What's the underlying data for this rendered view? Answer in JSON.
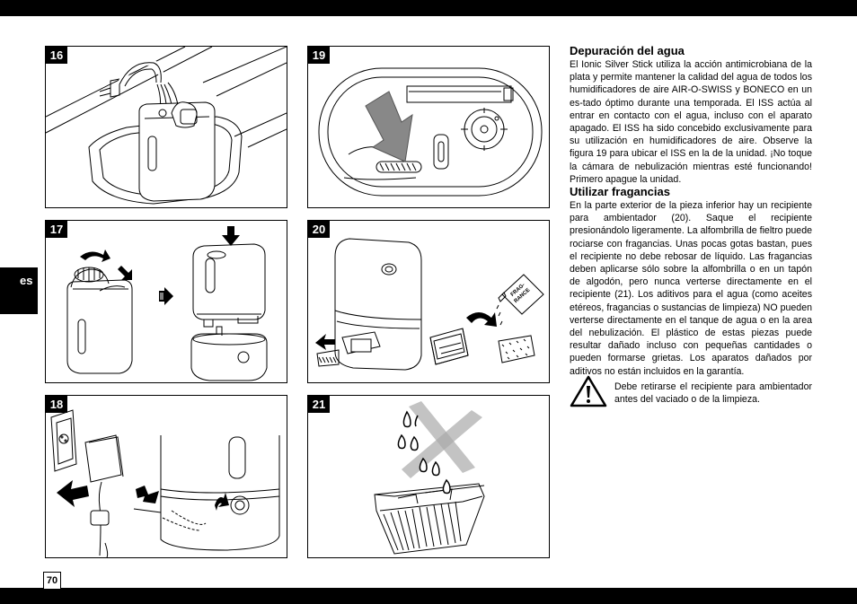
{
  "page": {
    "number": "70",
    "language_tab": "es"
  },
  "figures": [
    {
      "id": "16",
      "label": "16"
    },
    {
      "id": "17",
      "label": "17"
    },
    {
      "id": "18",
      "label": "18"
    },
    {
      "id": "19",
      "label": "19"
    },
    {
      "id": "20",
      "label": "20"
    },
    {
      "id": "21",
      "label": "21"
    }
  ],
  "fig20_bottle_text": [
    "FRAG-",
    "RANCE"
  ],
  "section1": {
    "title": "Depuración del agua",
    "body": "El Ionic Silver Stick utiliza la acción antimicrobiana de la plata y permite mantener la calidad del agua de todos los humidificadores de aire AIR-O-SWISS y BONECO en un es-tado óptimo durante una temporada. El ISS actúa al entrar en contacto con el agua, incluso con el aparato apagado. El ISS ha sido concebido exclusivamente para su utilización en humidificadores de aire. Observe la figura 19 para ubicar el ISS en la de la unidad. ¡No toque la cámara de nebulización mientras esté funcionando! Primero apague la unidad."
  },
  "section2": {
    "title": "Utilizar fragancias",
    "body": "En la parte exterior de la pieza inferior hay un recipiente para ambientador (20). Saque el recipiente presionándolo ligeramente. La alfombrilla de fieltro puede rociarse con fragancias. Unas pocas gotas bastan, pues el recipiente no debe rebosar de líquido. Las fragancias deben aplicarse sólo sobre la alfombrilla o en un tapón de algodón, pero nunca verterse directamente en el recipiente (21). Los aditivos para el agua (como aceites etéreos, fragancias o sustancias de limpieza) NO pueden verterse directamente en el tanque de agua o en la area del nebulización. El plástico de estas piezas puede resultar dañado incluso con pequeñas cantidades o pueden formarse grietas. Los aparatos dañados por aditivos no están incluidos en la garantía."
  },
  "warning": {
    "icon": "warning-triangle-icon",
    "text": "Debe retirarse el recipiente para ambientador antes del vaciado o de la limpieza."
  }
}
